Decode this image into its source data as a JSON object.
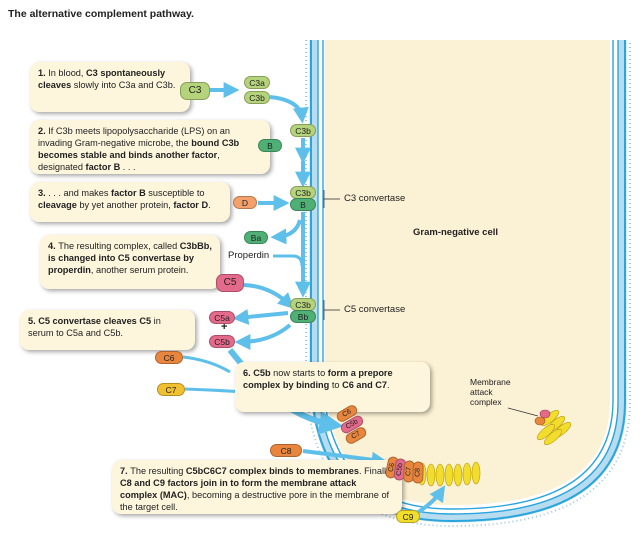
{
  "title": "The alternative complement pathway.",
  "steps": [
    {
      "num": "1.",
      "parts": [
        [
          "In blood, ",
          false
        ],
        [
          "C3 spontaneously cleaves",
          true
        ],
        [
          " slowly into C3a and C3b.",
          false
        ]
      ]
    },
    {
      "num": "2.",
      "parts": [
        [
          "If C3b meets lipopolysaccharide (LPS) on an invading Gram-negative microbe, the ",
          false
        ],
        [
          "bound C3b becomes stable and binds another factor",
          true
        ],
        [
          ", designated ",
          false
        ],
        [
          "factor B",
          true
        ],
        [
          " . . .",
          false
        ]
      ]
    },
    {
      "num": "3.",
      "parts": [
        [
          ". . . and makes ",
          false
        ],
        [
          "factor B",
          true
        ],
        [
          " susceptible to ",
          false
        ],
        [
          "cleavage",
          true
        ],
        [
          " by yet another protein, ",
          false
        ],
        [
          "factor D",
          true
        ],
        [
          ".",
          false
        ]
      ]
    },
    {
      "num": "4.",
      "parts": [
        [
          "The resulting complex, called ",
          false
        ],
        [
          "C3bBb, is changed into C5 convertase by properdin",
          true
        ],
        [
          ", another serum protein.",
          false
        ]
      ]
    },
    {
      "num": "5.",
      "parts": [
        [
          "C5 convertase cleaves C5",
          true
        ],
        [
          " in serum to C5a and C5b.",
          false
        ]
      ]
    },
    {
      "num": "6.",
      "parts": [
        [
          "C5b",
          true
        ],
        [
          " now starts to ",
          false
        ],
        [
          "form a prepore complex by binding",
          true
        ],
        [
          " to ",
          false
        ],
        [
          "C6 and C7",
          true
        ],
        [
          ".",
          false
        ]
      ]
    },
    {
      "num": "7.",
      "parts": [
        [
          "The resulting ",
          false
        ],
        [
          "C5bC6C7 complex binds to membranes",
          true
        ],
        [
          ". Finally, ",
          false
        ],
        [
          "C8 and C9 factors join in to form the membrane attack complex (MAC)",
          true
        ],
        [
          ", becoming a destructive pore in the membrane of the target cell.",
          false
        ]
      ]
    }
  ],
  "labels": {
    "c3_convertase": "C3 convertase",
    "c5_convertase": "C5 convertase",
    "cell": "Gram-negative cell",
    "properdin": "Properdin",
    "mac_line1": "Membrane",
    "mac_line2": "attack",
    "mac_line3": "complex",
    "plus": "+"
  },
  "molecules": {
    "c3": "C3",
    "c3a": "C3a",
    "c3b": "C3b",
    "b": "B",
    "d": "D",
    "ba": "Ba",
    "bb": "Bb",
    "c5": "C5",
    "c5a": "C5a",
    "c5b": "C5b",
    "c6": "C6",
    "c7": "C7",
    "c8": "C8",
    "c9": "C9"
  },
  "colors": {
    "box_bg": "#fdf6dc",
    "arrow": "#5ec0ea",
    "c3_green": "#b5d37a",
    "b_green": "#4fb075",
    "d_orange": "#f4a06a",
    "c5_pink": "#e36a8a",
    "c6_orange": "#e8863e",
    "c7_yellow": "#f0c030",
    "c9_yellow": "#f2dc2c",
    "membrane_blue": "#2aa5dd",
    "cell_fill": "#fbf1d4"
  }
}
